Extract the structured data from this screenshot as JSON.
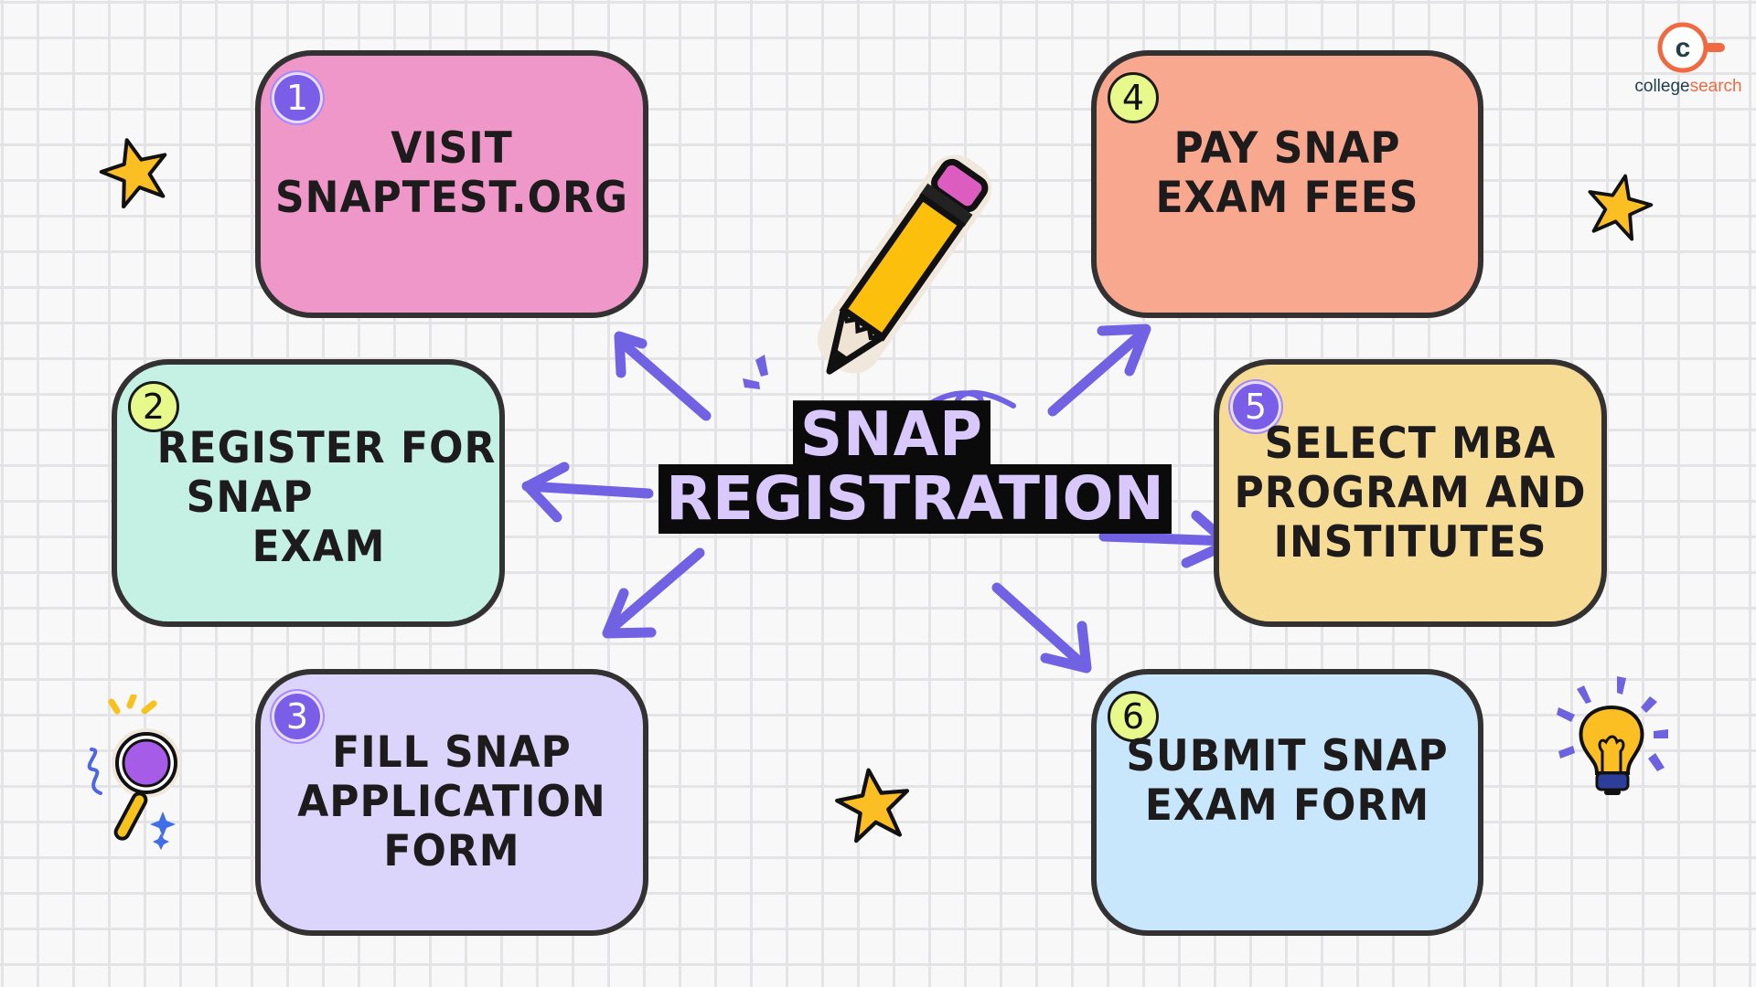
{
  "title": {
    "line1": "SNAP",
    "line2": "REGISTRATION"
  },
  "logo": {
    "icon": "c",
    "brand_part1": "college",
    "brand_part2": "search"
  },
  "steps": [
    {
      "number": "1",
      "label": "Visit SNAPTEST.ORG",
      "lines": [
        "VISIT",
        "SNAPTEST.ORG"
      ],
      "color": "#ee97c8",
      "badge_style": "purple"
    },
    {
      "number": "2",
      "label": "Register for SNAP Exam",
      "lines": [
        "REGISTER FOR",
        "SNAP",
        "EXAM"
      ],
      "color": "#c5f1e5",
      "badge_style": "yellow"
    },
    {
      "number": "3",
      "label": "Fill SNAP Application Form",
      "lines": [
        "FILL SNAP",
        "APPLICATION",
        "FORM"
      ],
      "color": "#dbd5fb",
      "badge_style": "purple"
    },
    {
      "number": "4",
      "label": "Pay SNAP Exam Fees",
      "lines": [
        "PAY SNAP",
        "EXAM FEES"
      ],
      "color": "#f9a890",
      "badge_style": "yellow"
    },
    {
      "number": "5",
      "label": "Select MBA Program and Institutes",
      "lines": [
        "SELECT MBA",
        "PROGRAM AND",
        "INSTITUTES"
      ],
      "color": "#f5db94",
      "badge_style": "purple"
    },
    {
      "number": "6",
      "label": "Submit SNAP Exam Form",
      "lines": [
        "SUBMIT SNAP",
        "EXAM FORM"
      ],
      "color": "#c9e7fc",
      "badge_style": "yellow"
    }
  ],
  "colors": {
    "arrow": "#7062e3",
    "box_border": "#333132",
    "title_fill": "#d9c8fc",
    "title_outline": "#0c0b0c",
    "logo_orange": "#f06a41",
    "logo_dark": "#1f3e48",
    "grid_line": "#e4e4e6",
    "background": "#f8f8f9"
  },
  "decorations": [
    "pencil-icon",
    "star-icon",
    "star-icon",
    "star-icon",
    "magnifier-icon",
    "lightbulb-icon"
  ]
}
